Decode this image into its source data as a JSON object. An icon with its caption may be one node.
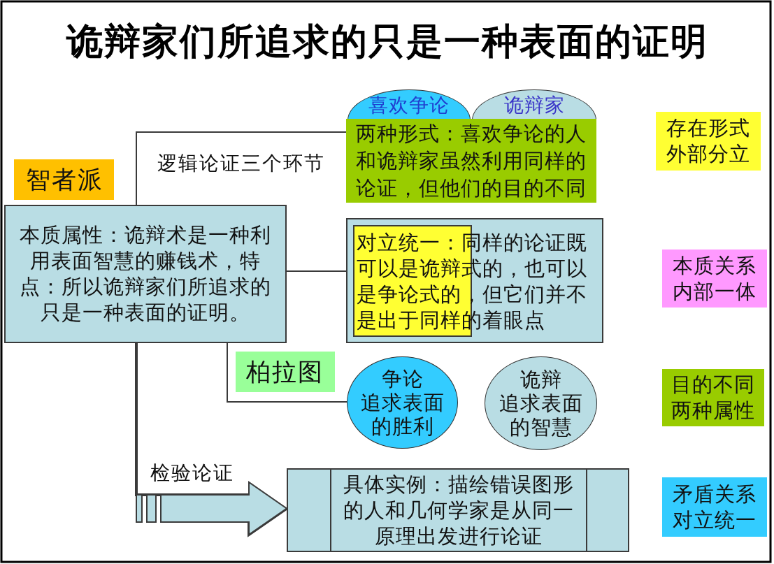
{
  "diagram": {
    "title": "诡辩家们所追求的只是一种表面的证明",
    "nodes": [
      {
        "text": [
          "喜欢争论"
        ]
      },
      {
        "text": [
          "诡辩家"
        ]
      },
      {
        "text": [
          "两种形式：喜欢争论的人和诡辩家虽然利用同样的论证，但他们的目的不同"
        ]
      },
      {
        "text": [
          "存在形式外部分立"
        ]
      },
      {
        "text": [
          "智者派"
        ]
      },
      {
        "text": [
          "本质属性：诡辩术是一种利用表面智慧的赚钱术，特点：所以诡辩家们所追求的只是一种表面的证明。"
        ]
      },
      {
        "text": [
          "对立统一：同样的论证既可以是诡辩式的，也可以是争论式的，但它们并不是出于同样的着眼点"
        ]
      },
      {
        "text": [
          "本质关系内部一体"
        ]
      },
      {
        "text": [
          "柏拉图"
        ]
      },
      {
        "text": [
          "争论",
          "追求表面的胜利"
        ]
      },
      {
        "text": [
          "诡辩",
          "追求表面的智慧"
        ]
      },
      {
        "text": [
          "目的不同两种属性"
        ]
      },
      {
        "text": [
          "具体实例：描绘错误图形的人和几何学家是从同一原理出发进行论证"
        ]
      },
      {
        "text": [
          "矛盾关系对立统一"
        ]
      }
    ],
    "edges": [
      {
        "from": 5,
        "to": 2,
        "arrow": "none",
        "label": "逻辑论证三个环节"
      },
      {
        "from": 5,
        "to": 6,
        "arrow": "none"
      },
      {
        "from": 5,
        "to": 9,
        "arrow": "none"
      },
      {
        "from": 5,
        "to": 12,
        "arrow": "to",
        "label": "检验论证",
        "style": "thick"
      }
    ]
  }
}
